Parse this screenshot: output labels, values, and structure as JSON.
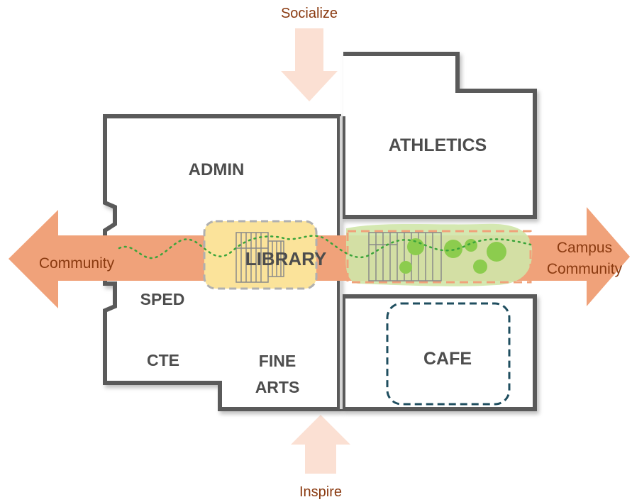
{
  "flows": {
    "top": "Socialize",
    "bottom": "Inspire",
    "left": "Community",
    "right_line1": "Campus",
    "right_line2": "Community"
  },
  "rooms": {
    "admin": "ADMIN",
    "athletics": "ATHLETICS",
    "library": "LIBRARY",
    "sped": "SPED",
    "cte": "CTE",
    "fine_arts_line1": "FINE",
    "fine_arts_line2": "ARTS",
    "cafe": "CAFE"
  },
  "colors": {
    "wall": "#5a5a5a",
    "corridor_arrow": "#f0a27a",
    "vertical_arrow": "#fbe0d3",
    "library_fill": "#fbe39a",
    "courtyard_fill": "#cfe6a8",
    "tree": "#8ccc4e",
    "path_dots": "#3aa43a",
    "cafe_outline": "#1f4e5f",
    "label_text": "#8a3a10"
  }
}
